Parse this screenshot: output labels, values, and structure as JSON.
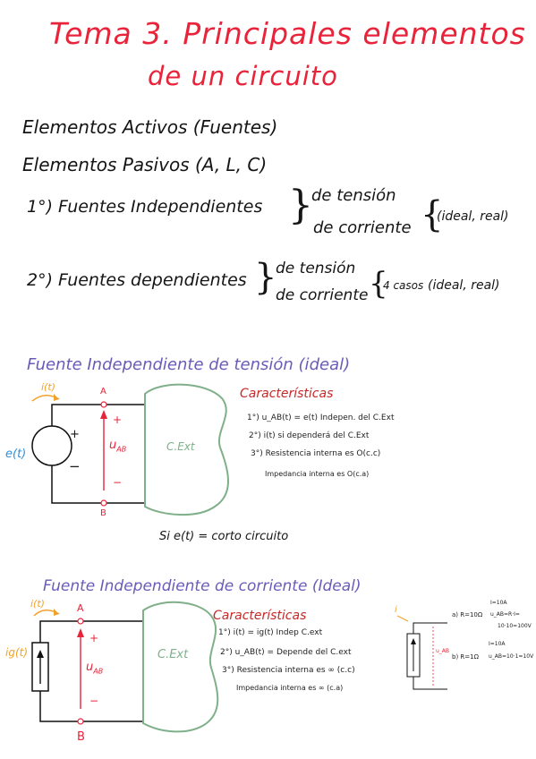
{
  "title": {
    "line1": "Tema 3. Principales elementos",
    "line2": "de un circuito"
  },
  "intro": {
    "activos": "Elementos Activos (Fuentes)",
    "pasivos": "Elementos Pasivos (A, L, C)"
  },
  "list": {
    "item1": {
      "label": "1°) Fuentes Independientes",
      "branch1": "de tensión",
      "branch2": "de corriente",
      "note": "(ideal, real)"
    },
    "item2": {
      "label": "2°) Fuentes dependientes",
      "branch1": "de tensión",
      "branch2": "de corriente",
      "cases": "4 casos",
      "note": "(ideal, real)"
    }
  },
  "section1": {
    "heading": "Fuente Independiente de tensión (ideal)",
    "labels": {
      "current": "i(t)",
      "source": "e(t)",
      "node_a": "A",
      "node_b": "B",
      "plus": "+",
      "minus": "−",
      "src_plus": "+",
      "src_minus": "−",
      "voltage": "u",
      "voltage_sub": "AB",
      "load": "C.Ext"
    },
    "char_heading": "Características",
    "chars": [
      "1°) u_AB(t) = e(t) Indepen. del C.Ext",
      "2°) i(t) si dependerá del C.Ext",
      "3°) Resistencia interna es O(c.c)",
      "Impedancia interna es O(c.a)"
    ],
    "note": "Si e(t) = corto circuito"
  },
  "section2": {
    "heading": "Fuente Independiente de corriente (Ideal)",
    "labels": {
      "current": "i(t)",
      "source": "ig(t)",
      "node_a": "A",
      "node_b": "B",
      "plus": "+",
      "minus": "−",
      "voltage": "u",
      "voltage_sub": "AB",
      "load": "C.Ext"
    },
    "char_heading": "Características",
    "chars": [
      "1°) i(t) = ig(t) Indep C.ext",
      "2°) u_AB(t) = Depende del C.ext",
      "3°) Resistencia interna es ∞ (c.c)",
      "Impedancia interna es ∞ (c.a)"
    ],
    "example": {
      "current": "i",
      "voltage": "u_AB",
      "a_label": "a) R=10Ω",
      "a_i": "I=10A",
      "a_u": "u_AB=R·I=",
      "a_calc": "10·10=100V",
      "b_label": "b) R=1Ω",
      "b_i": "I=10A",
      "b_u": "u_AB=10·1=10V"
    }
  },
  "colors": {
    "title": "#e8233a",
    "heading": "#6b5bb8",
    "voltage": "#e8233a",
    "load_outline": "#7fb08a",
    "source_label": "#2f8fd8",
    "current_arrow": "#f0a22a",
    "characteristics": "#c42a2a"
  }
}
